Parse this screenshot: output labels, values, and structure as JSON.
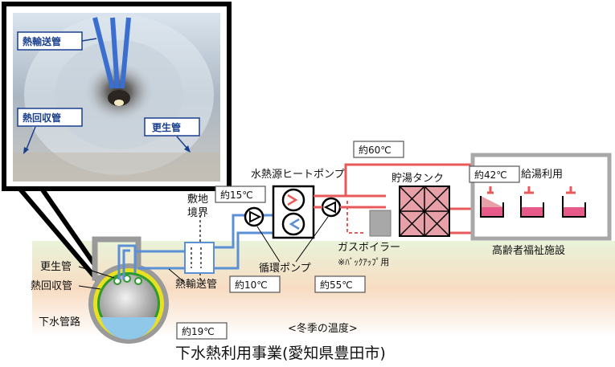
{
  "photo_labels": {
    "heat_transport_pipe": "熱輸送管",
    "heat_recovery_pipe": "熱回収管",
    "rehab_pipe": "更生管"
  },
  "labels": {
    "site_boundary_line1": "敷地",
    "site_boundary_line2": "境界",
    "heat_pump": "水熱源ヒートポンプ",
    "storage_tank": "貯湯タンク",
    "hot_water_use": "給湯利用",
    "gas_boiler": "ガスボイラー",
    "backup": "※ﾊﾞｯｸｱｯﾌﾟ用",
    "circulation_pump": "循環ポンプ",
    "elderly_facility": "高齢者福祉施設",
    "rehab_pipe": "更生管",
    "heat_recovery_pipe": "熱回収管",
    "heat_transport_pipe": "熱輸送管",
    "sewer_pipe": "下水管路",
    "winter_temp": "<冬季の温度>"
  },
  "temperatures": {
    "t15": "約15℃",
    "t10": "約10℃",
    "t60": "約60℃",
    "t42": "約42℃",
    "t55": "約55℃",
    "t19": "約19℃"
  },
  "caption": "下水熱利用事業(愛知県豊田市)",
  "colors": {
    "ground_top": "#e8f2d8",
    "ground_mid": "#f6d3b5",
    "cold_pipe": "#5b8fd6",
    "hot_pipe": "#e85a5a",
    "tank_fill": "#e8a0a8",
    "water": "#8fc8e8",
    "heat_recovery_ring": "#e8e020"
  }
}
